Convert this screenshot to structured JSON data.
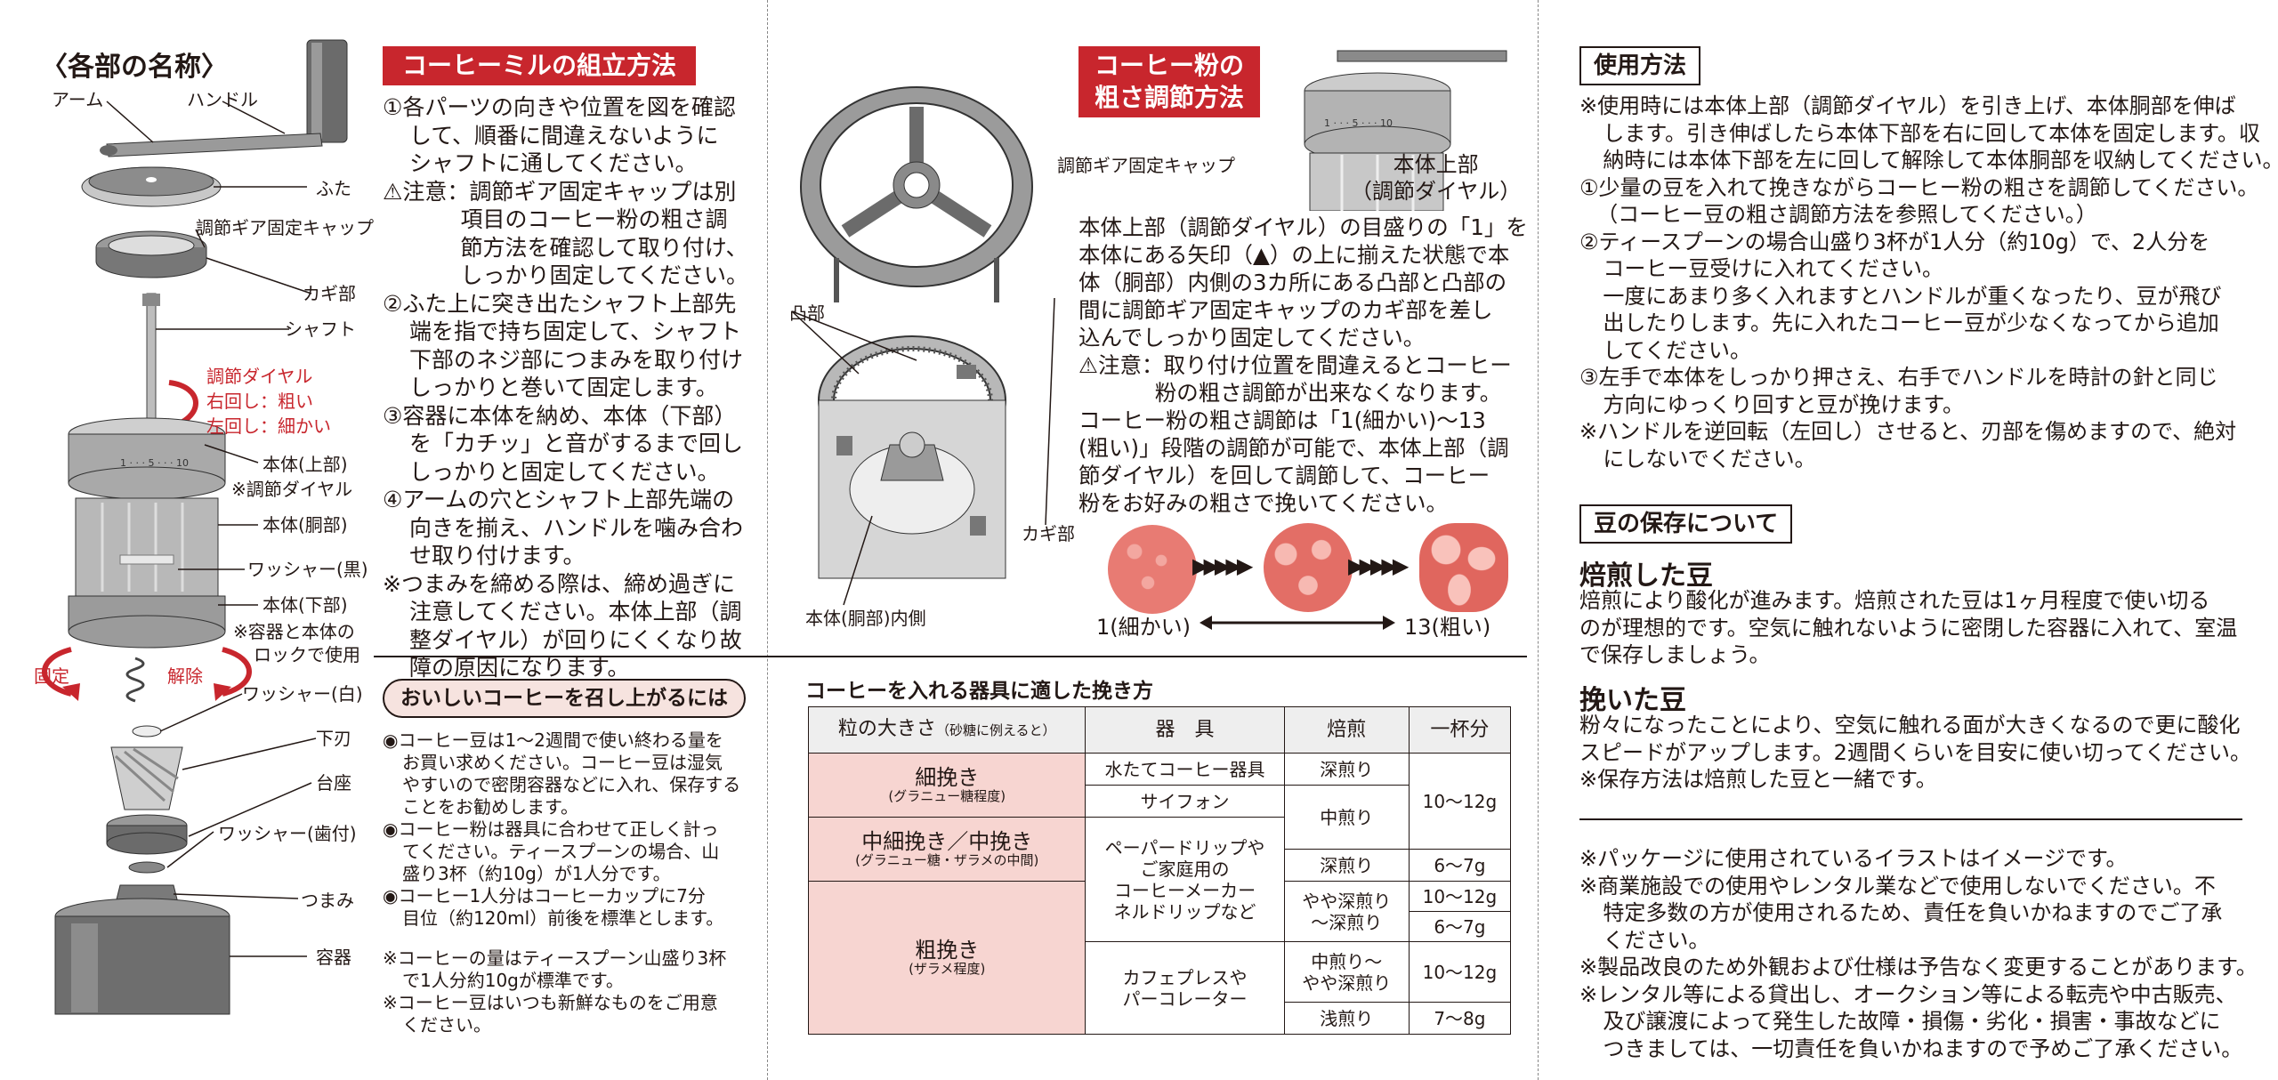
{
  "parts": {
    "title": "〈各部の名称〉",
    "labels": {
      "arm": "アーム",
      "handle": "ハンドル",
      "lid": "ふた",
      "gear_cap": "調節ギア固定キャップ",
      "hook": "カギ部",
      "shaft": "シャフト",
      "dial": "調節ダイヤル",
      "dial_right": "右回し：粗い",
      "dial_left": "左回し：細かい",
      "body_top": "本体(上部)",
      "body_top_note": "※調節ダイヤル",
      "body_mid": "本体(胴部)",
      "washer_black": "ワッシャー(黒)",
      "body_bottom": "本体(下部)",
      "body_bottom_note1": "※容器と本体の",
      "body_bottom_note2": "ロックで使用",
      "fix": "固定",
      "release": "解除",
      "washer_white": "ワッシャー(白)",
      "lower_blade": "下刃",
      "base": "台座",
      "washer_toothed": "ワッシャー(歯付)",
      "knob": "つまみ",
      "container": "容器"
    }
  },
  "assembly": {
    "title": "コーヒーミルの組立方法",
    "lines": [
      "①各パーツの向きや位置を図を確認",
      "して、順番に間違えないように",
      "シャフトに通してください。",
      "⚠注意：調節ギア固定キャップは別",
      "項目のコーヒー粉の粗さ調",
      "節方法を確認して取り付け、",
      "しっかり固定してください。",
      "②ふた上に突き出たシャフト上部先",
      "端を指で持ち固定して、シャフト",
      "下部のネジ部につまみを取り付け",
      "しっかりと巻いて固定します。",
      "③容器に本体を納め、本体（下部）",
      "を「カチッ」と音がするまで回し",
      "しっかりと固定してください。",
      "④アームの穴とシャフト上部先端の",
      "向きを揃え、ハンドルを噛み合わ",
      "せ取り付けます。",
      "※つまみを締める際は、締め過ぎに",
      "注意してください。本体上部（調",
      "整ダイヤル）が回りにくくなり故",
      "障の原因になります。"
    ]
  },
  "tips": {
    "title": "おいしいコーヒーを召し上がるには",
    "lines": [
      "◉コーヒー豆は1～2週間で使い終わる量を",
      "お買い求めください。コーヒー豆は湿気",
      "やすいので密閉容器などに入れ、保存する",
      "ことをお勧めします。",
      "◉コーヒー粉は器具に合わせて正しく計っ",
      "てください。ティースプーンの場合、山",
      "盛り3杯（約10g）が1人分です。",
      "◉コーヒー1人分はコーヒーカップに7分",
      "目位（約120ml）前後を標準とします。",
      "",
      "※コーヒーの量はティースプーン山盛り3杯",
      "で1人分約10gが標準です。",
      "※コーヒー豆はいつも新鮮なものをご用意",
      "ください。"
    ]
  },
  "adjust": {
    "title_line1": "コーヒー粉の",
    "title_line2": "粗さ調節方法",
    "label_gear_cap": "調節ギア固定キャップ",
    "label_body_top1": "本体上部",
    "label_body_top2": "（調節ダイヤル）",
    "label_convex": "凸部",
    "label_hook": "カギ部",
    "label_inner": "本体(胴部)内側",
    "lines": [
      "本体上部（調節ダイヤル）の目盛りの「1」を",
      "本体にある矢印（▲）の上に揃えた状態で本",
      "体（胴部）内側の3カ所にある凸部と凸部の",
      "間に調節ギア固定キャップのカギ部を差し",
      "込んでしっかり固定してください。",
      "⚠注意：取り付け位置を間違えるとコーヒー",
      "粉の粗さ調節が出来なくなります。",
      "コーヒー粉の粗さ調節は「1(細かい)～13",
      "(粗い)」段階の調節が可能で、本体上部（調",
      "節ダイヤル）を回して調節して、コーヒー",
      "粉をお好みの粗さで挽いてください。"
    ],
    "scale_fine": "1(細かい)",
    "scale_coarse": "13(粗い)"
  },
  "grind_table": {
    "title": "コーヒーを入れる器具に適した挽き方",
    "headers": [
      "粒の大きさ",
      "（砂糖に例えると）",
      "器　具",
      "焙煎",
      "一杯分"
    ],
    "rows": {
      "fine": "細挽き",
      "fine_sub": "(グラニュー糖程度)",
      "medfine": "中細挽き／中挽き",
      "medfine_sub": "(グラニュー糖・ザラメの中間)",
      "coarse": "粗挽き",
      "coarse_sub": "(ザラメ程度)",
      "tool_water": "水たてコーヒー器具",
      "tool_siphon": "サイフォン",
      "tool_paper": "ペーパードリップや\nご家庭用の\nコーヒーメーカー\nネルドリップなど",
      "tool_press": "カフェプレスや\nパーコレーター",
      "roast_deep": "深煎り",
      "roast_medium": "中煎り",
      "roast_deep2": "深煎り",
      "roast_slightdeep": "やや深煎り\n～深煎り",
      "roast_medslight": "中煎り～\nやや深煎り",
      "roast_light": "浅煎り",
      "amt_1012a": "10～12g",
      "amt_67a": "6～7g",
      "amt_1012b": "10～12g",
      "amt_67b": "6～7g",
      "amt_1012c": "10～12g",
      "amt_78": "7～8g"
    }
  },
  "usage": {
    "title": "使用方法",
    "lines": [
      "※使用時には本体上部（調節ダイヤル）を引き上げ、本体胴部を伸ば",
      "します。引き伸ばしたら本体下部を右に回して本体を固定します。収",
      "納時には本体下部を左に回して解除して本体胴部を収納してください。",
      "①少量の豆を入れて挽きながらコーヒー粉の粗さを調節してください。",
      "（コーヒー豆の粗さ調節方法を参照してください。）",
      "②ティースプーンの場合山盛り3杯が1人分（約10g）で、2人分を",
      "コーヒー豆受けに入れてください。",
      "一度にあまり多く入れますとハンドルが重くなったり、豆が飛び",
      "出したりします。先に入れたコーヒー豆が少なくなってから追加",
      "してください。",
      "③左手で本体をしっかり押さえ、右手でハンドルを時計の針と同じ",
      "方向にゆっくり回すと豆が挽けます。",
      "※ハンドルを逆回転（左回し）させると、刃部を傷めますので、絶対",
      "にしないでください。"
    ]
  },
  "storage": {
    "title": "豆の保存について",
    "roasted_title": "焙煎した豆",
    "roasted_lines": [
      "焙煎により酸化が進みます。焙煎された豆は1ヶ月程度で使い切る",
      "のが理想的です。空気に触れないように密閉した容器に入れて、室温",
      "で保存しましょう。"
    ],
    "ground_title": "挽いた豆",
    "ground_lines": [
      "粉々になったことにより、空気に触れる面が大きくなるので更に酸化",
      "スピードがアップします。2週間くらいを目安に使い切ってください。",
      "※保存方法は焙煎した豆と一緒です。"
    ]
  },
  "notes": {
    "lines": [
      "※パッケージに使用されているイラストはイメージです。",
      "※商業施設での使用やレンタル業などで使用しないでください。不",
      "特定多数の方が使用されるため、責任を負いかねますのでご了承",
      "ください。",
      "※製品改良のため外観および仕様は予告なく変更することがあります。",
      "※レンタル等による貸出し、オークション等による転売や中古販売、",
      "及び譲渡によって発生した故障・損傷・劣化・損害・事故などに",
      "つきましては、一切責任を負いかねますので予めご了承ください。"
    ]
  },
  "colors": {
    "accent_red": "#c8262d",
    "table_pink": "#f7d5d1",
    "bean_pink": "#e87b73"
  }
}
